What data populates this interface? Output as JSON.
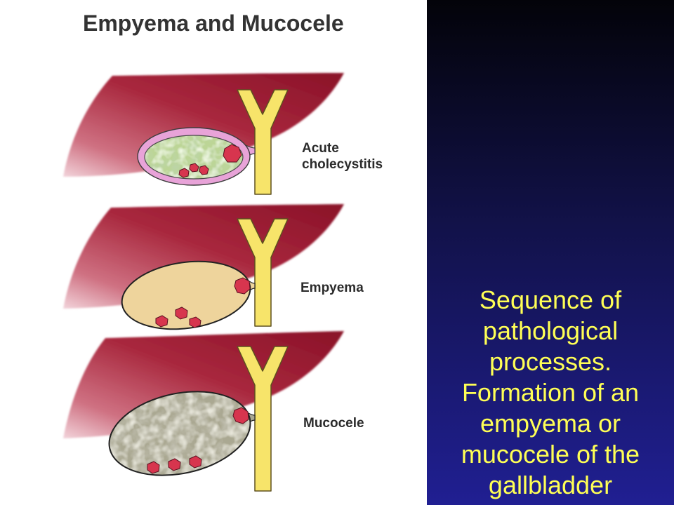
{
  "diagram": {
    "title": "Empyema and Mucocele",
    "stages": [
      {
        "label_lines": [
          "Acute",
          "cholecystitis"
        ]
      },
      {
        "label_lines": [
          "Empyema"
        ]
      },
      {
        "label_lines": [
          "Mucocele"
        ]
      }
    ]
  },
  "caption": {
    "lines": [
      "Sequence of",
      "pathological",
      "processes.",
      "Formation of an",
      "empyema or",
      "mucocele of the",
      "gallbladder"
    ]
  },
  "colors": {
    "caption_text": "#ffff55",
    "panel_top": "#030309",
    "panel_mid": "#12124a",
    "panel_bottom": "#201f92",
    "title_text": "#333333"
  }
}
